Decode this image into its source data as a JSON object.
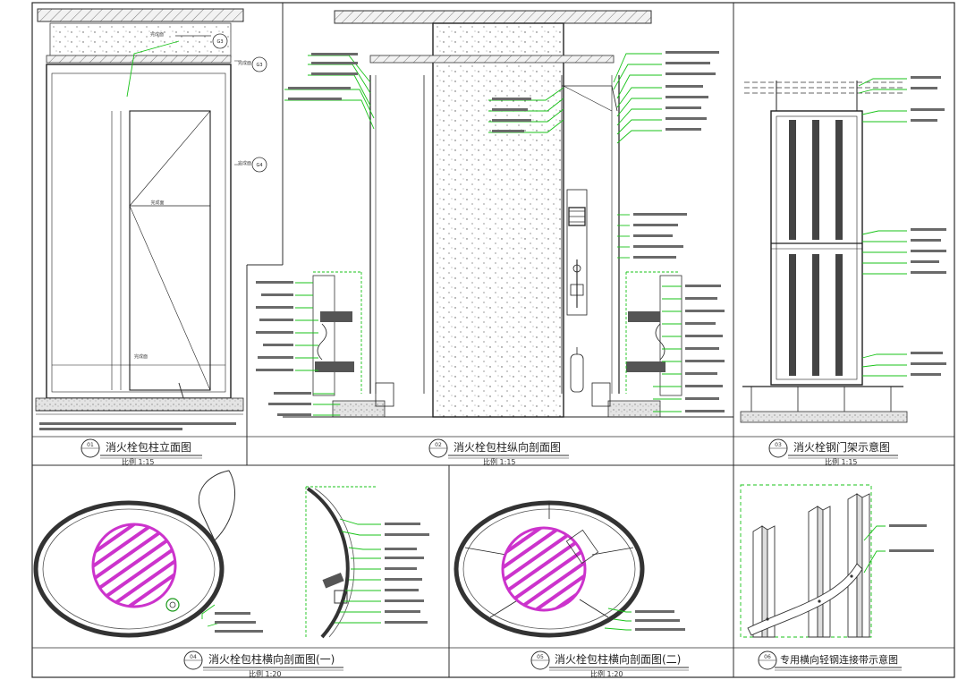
{
  "panels": [
    {
      "id": "p1",
      "number": "01",
      "title": "消火栓包柱立面图",
      "scale": "比例 1:15"
    },
    {
      "id": "p2",
      "number": "02",
      "title": "消火栓包柱纵向剖面图",
      "scale": "比例 1:15"
    },
    {
      "id": "p3",
      "number": "03",
      "title": "消火栓钢门架示意图",
      "scale": "比例 1:15"
    },
    {
      "id": "p4",
      "number": "04",
      "title": "消火栓包柱横向剖面图(一)",
      "scale": "比例 1:20"
    },
    {
      "id": "p5",
      "number": "05",
      "title": "消火栓包柱横向剖面图(二)",
      "scale": "比例 1:20"
    },
    {
      "id": "p6",
      "number": "06",
      "title": "专用横向轻钢连接带示意图",
      "scale": ""
    }
  ],
  "elevation_tags": {
    "g3": "G3",
    "g4": "G4",
    "level_a": "完成面",
    "level_b": "完成面"
  },
  "colors": {
    "linework": "#1f1f1f",
    "leader": "#19c319",
    "hatch": "#cc33cc",
    "frame": "#2c2c2c"
  }
}
